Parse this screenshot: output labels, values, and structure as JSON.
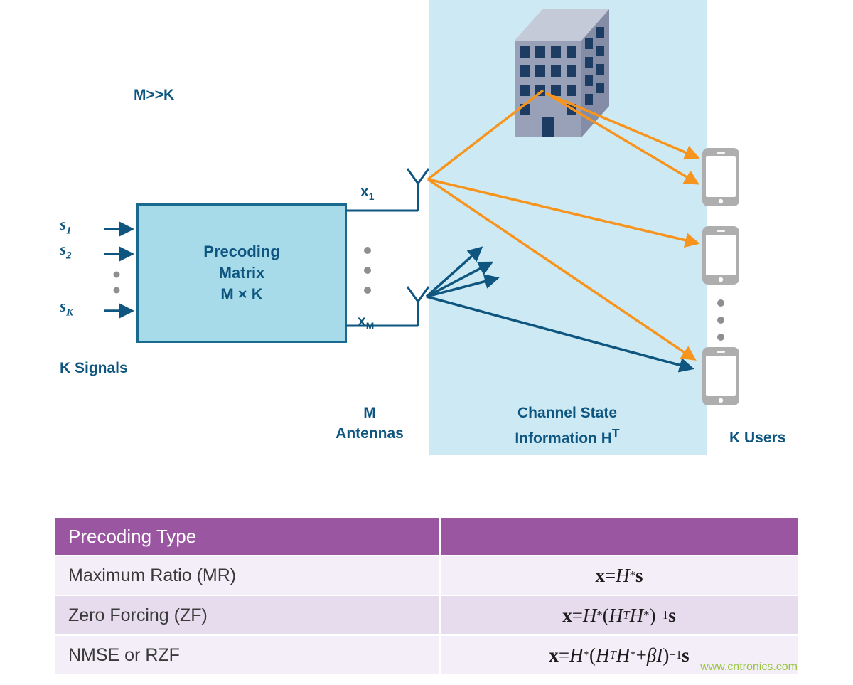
{
  "colors": {
    "accent": "#0e5680",
    "orange": "#f7941e",
    "channel": "#cde9f4",
    "box-fill": "#a7dbe9",
    "box-stroke": "#1a6a90",
    "purple": "#9b56a2",
    "row-light": "#f3eef7",
    "row-dark": "#e6dcee",
    "table-text": "#3a3a3a",
    "green": "#9ac63f",
    "dot-gray": "#8f8f8f",
    "phone-gray": "#aeaeae",
    "building-front": "#99a1b8",
    "building-side": "#848ca6",
    "building-top": "#c5cad8",
    "window-navy": "#1d3c63"
  },
  "diagram": {
    "condition": "M>>K",
    "inputs": [
      {
        "base": "s",
        "sub": "1"
      },
      {
        "base": "s",
        "sub": "2"
      },
      {
        "base": "s",
        "sub": "K"
      }
    ],
    "k_signals": "K Signals",
    "box": {
      "line1": "Precoding",
      "line2": "Matrix",
      "line3": "M × K"
    },
    "outputs": [
      {
        "base": "x",
        "sub": "1"
      },
      {
        "base": "x",
        "sub": "M"
      }
    ],
    "antennas_label": {
      "line1": "M",
      "line2": "Antennas"
    },
    "channel_label": {
      "line1": "Channel State",
      "line2": "Information H",
      "sup": "T"
    },
    "k_users": "K Users"
  },
  "table": {
    "header": "Precoding Type",
    "rows": [
      {
        "type": "Maximum Ratio (MR)",
        "formula": [
          {
            "t": "b",
            "v": "x"
          },
          {
            "t": "n",
            "v": " = "
          },
          {
            "t": "i",
            "v": "H"
          },
          {
            "t": "sup",
            "v": "*"
          },
          {
            "t": "b",
            "v": "s"
          }
        ]
      },
      {
        "type": "Zero Forcing (ZF)",
        "formula": [
          {
            "t": "b",
            "v": "x"
          },
          {
            "t": "n",
            "v": " = "
          },
          {
            "t": "i",
            "v": "H"
          },
          {
            "t": "sup",
            "v": "*"
          },
          {
            "t": "n",
            "v": "("
          },
          {
            "t": "i",
            "v": "H"
          },
          {
            "t": "supi",
            "v": "T"
          },
          {
            "t": "i",
            "v": "H"
          },
          {
            "t": "sup",
            "v": "*"
          },
          {
            "t": "n",
            "v": ")"
          },
          {
            "t": "sup",
            "v": "−1"
          },
          {
            "t": "b",
            "v": "s"
          }
        ]
      },
      {
        "type": "NMSE or RZF",
        "formula": [
          {
            "t": "b",
            "v": "x"
          },
          {
            "t": "n",
            "v": " = "
          },
          {
            "t": "i",
            "v": "H"
          },
          {
            "t": "sup",
            "v": "*"
          },
          {
            "t": "n",
            "v": "("
          },
          {
            "t": "i",
            "v": "H"
          },
          {
            "t": "supi",
            "v": "T"
          },
          {
            "t": "i",
            "v": "H"
          },
          {
            "t": "sup",
            "v": "*"
          },
          {
            "t": "n",
            "v": " + "
          },
          {
            "t": "i",
            "v": "βI"
          },
          {
            "t": "n",
            "v": ")"
          },
          {
            "t": "sup",
            "v": "−1"
          },
          {
            "t": "b",
            "v": "s"
          }
        ]
      }
    ]
  },
  "watermark": "www.cntronics.com"
}
